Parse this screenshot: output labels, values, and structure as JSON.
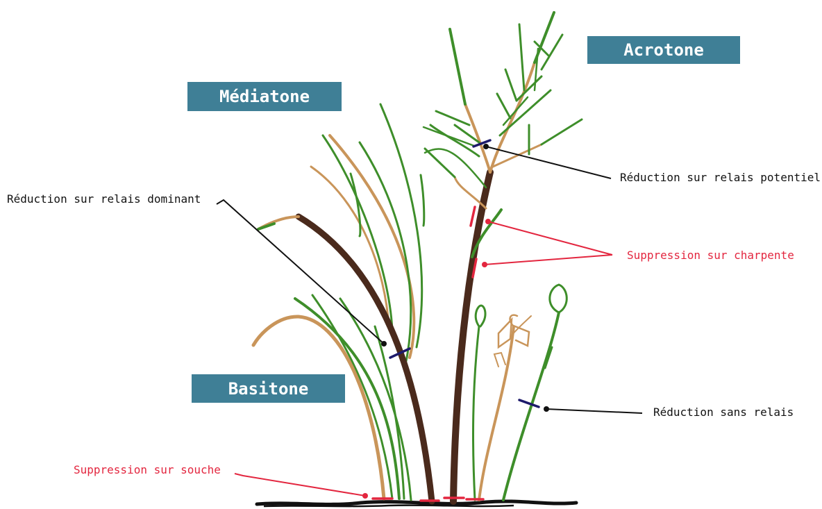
{
  "tags": {
    "acrotone": "Acrotone",
    "mediatone": "Médiatone",
    "basitone": "Basitone"
  },
  "annotations": {
    "relais_potentiel": "Réduction sur relais potentiel",
    "charpente": "Suppression sur charpente",
    "relais_dominant": "Réduction sur relais dominant",
    "sans_relais": "Réduction sans relais",
    "souche": "Suppression sur souche"
  },
  "colors": {
    "tag_background": "#3f7f96",
    "tag_text": "#ffffff",
    "young_shoot": "#3e8e2a",
    "mature_wood": "#c9955a",
    "old_wood": "#4a2a1c",
    "reduction_mark": "#1d1a6b",
    "suppression_mark": "#e3263f",
    "soil": "#111111"
  }
}
